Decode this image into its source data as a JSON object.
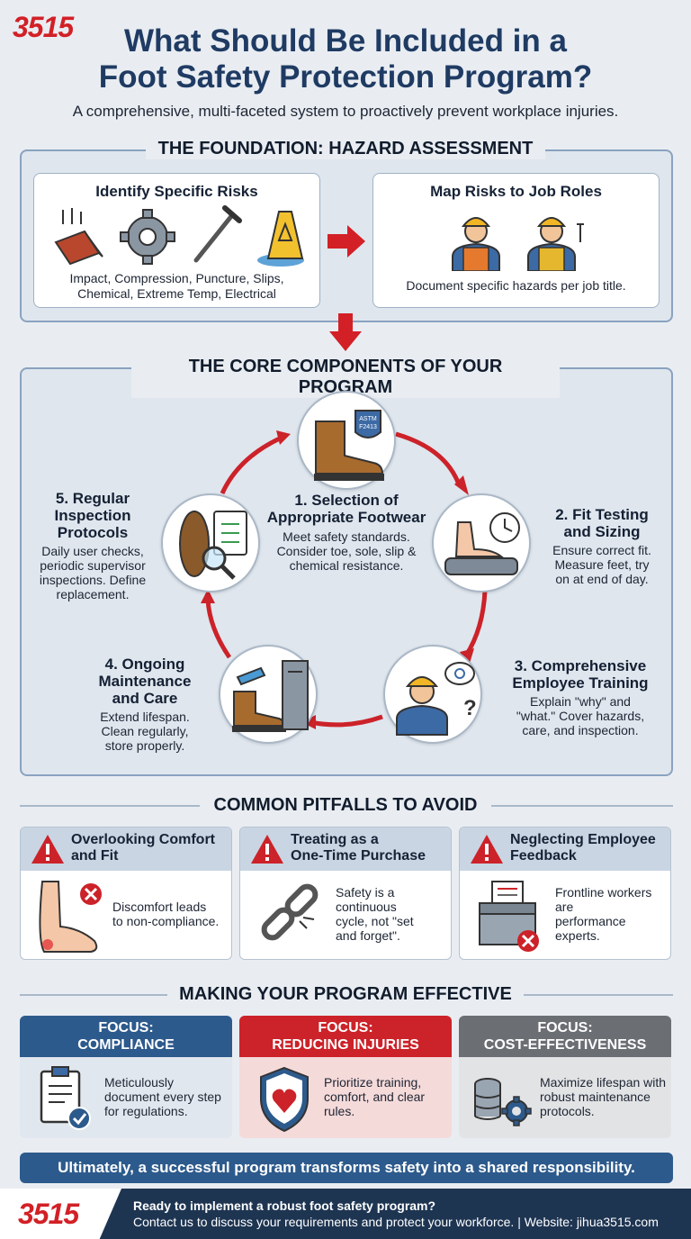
{
  "brand": "3515",
  "header": {
    "title_line1": "What Should Be Included in a",
    "title_line2": "Foot Safety Protection Program?",
    "subtitle": "A comprehensive, multi-faceted system to proactively prevent workplace injuries."
  },
  "foundation": {
    "title": "THE FOUNDATION: HAZARD ASSESSMENT",
    "left": {
      "heading": "Identify Specific Risks",
      "text_line1": "Impact, Compression, Puncture, Slips,",
      "text_line2": "Chemical, Extreme Temp, Electrical"
    },
    "right": {
      "heading": "Map Risks to Job Roles",
      "text": "Document specific hazards per job title."
    }
  },
  "core": {
    "title": "THE CORE COMPONENTS OF YOUR PROGRAM",
    "badge_line1": "ASTM",
    "badge_line2": "F2413",
    "c1": {
      "title_line1": "1. Selection of",
      "title_line2": "Appropriate Footwear",
      "d1": "Meet safety standards.",
      "d2": "Consider toe, sole, slip &",
      "d3": "chemical resistance."
    },
    "c2": {
      "title_line1": "2. Fit Testing",
      "title_line2": "and Sizing",
      "d1": "Ensure correct fit.",
      "d2": "Measure feet, try",
      "d3": "on at end of day."
    },
    "c3": {
      "title_line1": "3. Comprehensive",
      "title_line2": "Employee Training",
      "d1": "Explain \"why\" and",
      "d2": "\"what.\" Cover hazards,",
      "d3": "care, and inspection."
    },
    "c4": {
      "title_line1": "4. Ongoing",
      "title_line2": "Maintenance",
      "title_line3": "and Care",
      "d1": "Extend lifespan.",
      "d2": "Clean regularly,",
      "d3": "store properly."
    },
    "c5": {
      "title_line1": "5. Regular",
      "title_line2": "Inspection",
      "title_line3": "Protocols",
      "d1": "Daily user checks,",
      "d2": "periodic supervisor",
      "d3": "inspections. Define",
      "d4": "replacement."
    }
  },
  "pitfalls": {
    "title": "COMMON PITFALLS TO AVOID",
    "p1": {
      "h1": "Overlooking Comfort",
      "h2": "and Fit",
      "t1": "Discomfort leads",
      "t2": "to non-compliance."
    },
    "p2": {
      "h1": "Treating as a",
      "h2": "One-Time Purchase",
      "t1": "Safety is a",
      "t2": "continuous",
      "t3": "cycle, not \"set",
      "t4": "and forget\"."
    },
    "p3": {
      "h1": "Neglecting Employee",
      "h2": "Feedback",
      "t1": "Frontline workers",
      "t2": "are",
      "t3": "performance",
      "t4": "experts."
    }
  },
  "effective": {
    "title": "MAKING YOUR PROGRAM EFFECTIVE",
    "f1": {
      "h1": "FOCUS:",
      "h2": "COMPLIANCE",
      "t1": "Meticulously",
      "t2": "document every step",
      "t3": "for regulations.",
      "color": "#2d5a8c"
    },
    "f2": {
      "h1": "FOCUS:",
      "h2": "REDUCING INJURIES",
      "t1": "Prioritize training,",
      "t2": "comfort, and clear",
      "t3": "rules.",
      "color": "#cc2229"
    },
    "f3": {
      "h1": "FOCUS:",
      "h2": "COST-EFFECTIVENESS",
      "t1": "Maximize lifespan with",
      "t2": "robust maintenance",
      "t3": "protocols.",
      "color": "#6b6e73"
    }
  },
  "banner": "Ultimately, a successful program transforms safety into a shared responsibility.",
  "footer": {
    "line1": "Ready to implement a robust foot safety program?",
    "line2": "Contact us to discuss your requirements and protect your workforce. | Website: jihua3515.com"
  },
  "icons": [
    "brick-icon",
    "gear-icon",
    "nail-icon",
    "wet-floor-sign-icon",
    "arrow-right-icon",
    "arrow-down-icon",
    "worker-icon",
    "electrical-worker-icon",
    "safety-boot-icon",
    "foot-scale-icon",
    "trainer-icon",
    "boot-cleaning-icon",
    "inspection-icon",
    "warning-icon",
    "sore-foot-icon",
    "broken-chain-icon",
    "feedback-box-icon",
    "clipboard-icon",
    "shield-heart-icon",
    "coins-gear-icon"
  ]
}
